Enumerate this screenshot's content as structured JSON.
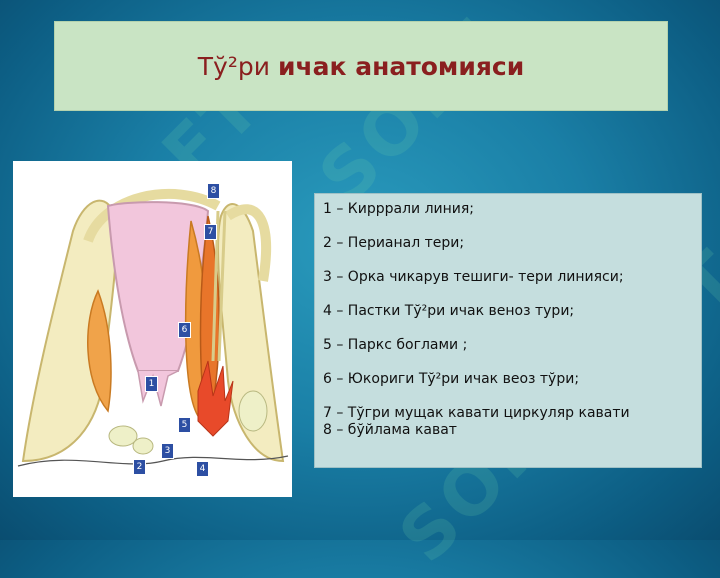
{
  "title": {
    "part1": "Тў²ри",
    "part2": "ичак анатомияси"
  },
  "legend": [
    "1 – Кирррали линия;",
    "2 – Перианал тери;",
    "3 – Орка чикарув тешиги- тери линияси;",
    "4 – Пастки Тў²ри  ичак веноз тури;",
    "5 – Паркс боглами ;",
    "6 – Юкориги Тў²ри  ичак веоз тўри;",
    "7 – Тўгри  мущак кавати циркуляр кавати",
    "8 – бўйлама  кават"
  ],
  "figure_labels": [
    "8",
    "7",
    "6",
    "1",
    "5",
    "3",
    "2",
    "4"
  ],
  "watermark_text": "SOFT",
  "colors": {
    "title_bg": "#c9e4c4",
    "title_text": "#8a1f1f",
    "legend_bg": "#c5dede",
    "label_bg": "#2d4fa3"
  }
}
